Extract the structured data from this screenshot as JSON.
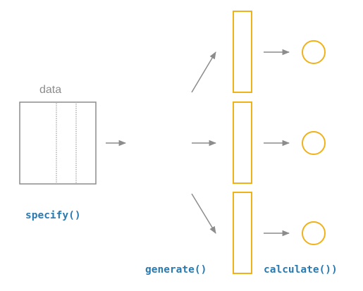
{
  "labels": {
    "data": "data",
    "specify": "specify()",
    "generate": "generate()",
    "calculate": "calculate())"
  },
  "colors": {
    "gray": "#8c8c8c",
    "gold": "#f0b21a",
    "code_blue": "#2a7ab0"
  }
}
